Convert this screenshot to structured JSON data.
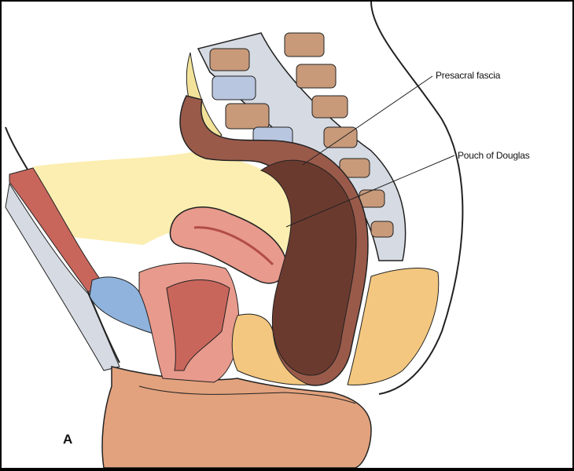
{
  "labels": {
    "presacral_fascia": "Presacral fascia",
    "pouch_of_douglas": "Pouch of Douglas"
  },
  "panel_letter": "A",
  "colors": {
    "rectum": "#9a5a4a",
    "rectum_dark": "#6b3a2e",
    "uterus": "#e89a8c",
    "uterus_inner": "#c9665c",
    "bladder": "#8fb3dc",
    "peritoneal_space": "#fbeeb0",
    "fat": "#f3c77f",
    "skin": "#e2a27e",
    "bone": "#c89a7a",
    "disc": "#b9c6e0",
    "fascia": "#d6dbe3",
    "outline": "#222222"
  }
}
